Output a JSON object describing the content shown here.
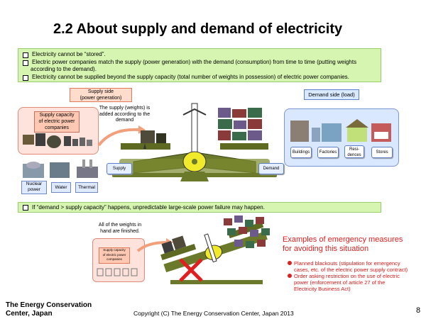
{
  "title": "2.2 About supply and demand of electricity",
  "notes": {
    "line1": "Electricity cannot be “stored”.",
    "line2a": "Electric power companies match the supply (power generation) with the demand (consumption) from time to time (putting weights",
    "line2b": "according to the demand).",
    "line3": "Electricity cannot be supplied beyond the supply capacity (total number of weights in possession) of electric power companies."
  },
  "diagram": {
    "supply_side_l1": "Supply side",
    "supply_side_l2": "(power generation)",
    "demand_side": "Demand side (load)",
    "capacity_l1": "Supply capacity",
    "capacity_l2": "of electric power",
    "capacity_l3": "companies",
    "weights_note_l1": "The supply (weights) is",
    "weights_note_l2": "added according to the",
    "weights_note_l3": "demand",
    "supply_label": "Supply",
    "demand_label": "Demand",
    "sources": [
      "Nuclear power",
      "Water",
      "Thermal"
    ],
    "demand_items": [
      "Buildings",
      "Factories",
      "Resi-dences",
      "Stores"
    ]
  },
  "warning": "If “demand > supply capacity” happens, unpredictable large-scale power failure may happen.",
  "weights_finished_l1": "All of the weights in",
  "weights_finished_l2": "hand are finished.",
  "small_capacity_l1": "Supply capacity",
  "small_capacity_l2": "of electric power",
  "small_capacity_l3": "companies",
  "emergency": {
    "title_l1": "Examples of emergency measures",
    "title_l2": "for avoiding this situation",
    "b1_l1": "Planned blackouts (stipulation for emergency",
    "b1_l2": "cases, etc. of the electric power supply contract)",
    "b2_l1": "Order asking restriction on the use of electric",
    "b2_l2": "power (enforcement of article 27 of the",
    "b2_l3": "Electricity Business Act)"
  },
  "footer": {
    "org_l1": "The Energy Conservation",
    "org_l2": "Center, Japan",
    "copyright": "Copyright (C) The Energy Conservation Center, Japan 2013",
    "page": "8"
  },
  "colors": {
    "note_bg": "#d5f5b0",
    "accent_red": "#e02020",
    "beam_green": "#6b7a2a"
  }
}
